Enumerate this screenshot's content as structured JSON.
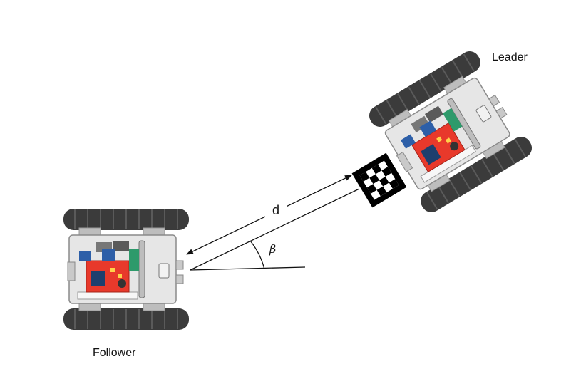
{
  "labels": {
    "leader": "Leader",
    "follower": "Follower",
    "distance": "d",
    "angle": "β"
  },
  "colors": {
    "track": "#3a3a3a",
    "chassis": "#e6e6e6",
    "board_red": "#e8392b",
    "board_blue": "#2d5fa8",
    "board_green": "#2e9a6b",
    "line": "#111111"
  }
}
